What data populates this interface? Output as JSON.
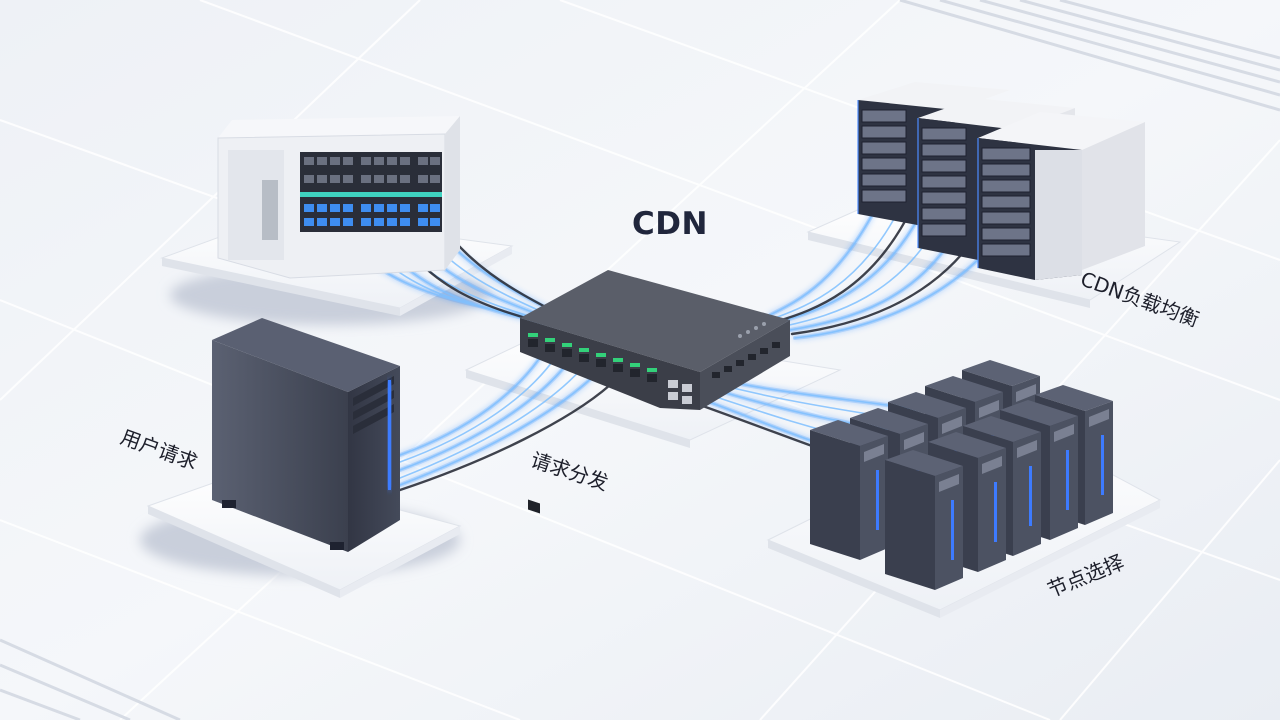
{
  "title": "CDN",
  "labels": {
    "load_balance": "CDN负载均衡",
    "user_request": "用户请求",
    "request_dispatch": "请求分发",
    "node_selection": "节点选择"
  },
  "colors": {
    "background": "#f3f5f9",
    "platform": "#fbfcfe",
    "switch_body": "#4a4d57",
    "port_led": "#33d17a",
    "cable_glow": "#2f8dff",
    "server_dark": "#3a3f4e",
    "server_light": "#eceef3",
    "tower_led": "#3d7bff"
  }
}
